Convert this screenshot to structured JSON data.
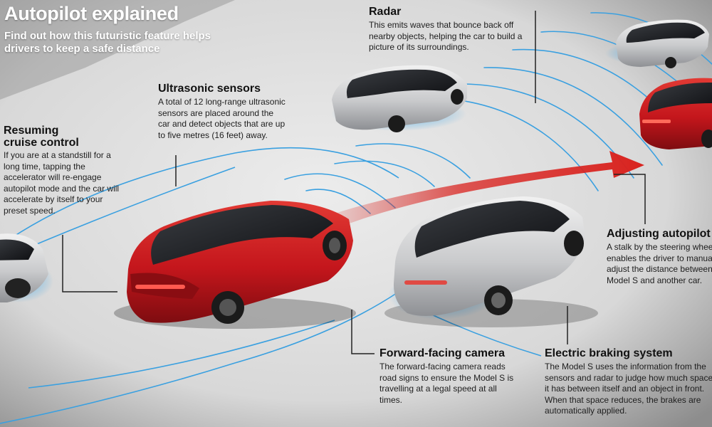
{
  "header": {
    "title": "Autopilot explained",
    "subtitle": "Find out how this futuristic feature helps drivers to keep a safe distance"
  },
  "callouts": {
    "radar": {
      "heading": "Radar",
      "body": "This emits waves that bounce back off nearby objects, helping the car to build a picture of its surroundings."
    },
    "ultrasonic": {
      "heading": "Ultrasonic sensors",
      "body": "A total of 12 long-range ultrasonic sensors are placed around the car and detect objects that are up to five metres (16 feet) away."
    },
    "cruise": {
      "heading_line1": "Resuming",
      "heading_line2": "cruise control",
      "body": "If you are at a standstill for a long time, tapping the accelerator will re-engage autopilot mode and the car will accelerate by itself to your preset speed."
    },
    "adjust": {
      "heading": "Adjusting autopilot",
      "body_lines": [
        "A stalk by the steering wheel",
        "enables the driver to manually",
        "adjust the distance between the",
        "Model S and another car."
      ]
    },
    "camera": {
      "heading": "Forward-facing camera",
      "body": "The forward-facing camera reads road signs to ensure the Model S is travelling at a legal speed at all times."
    },
    "brake": {
      "heading": "Electric braking system",
      "body_lines": [
        "The Model S uses the information from the",
        "sensors and radar to judge how much space",
        "it has between itself and an object in front.",
        "When that space reduces, the brakes are",
        "automatically applied."
      ]
    }
  },
  "colors": {
    "background": "#dcdcdc",
    "road_shadow": "#a9a9a9",
    "sensor_blue": "#3aa0e0",
    "accent_red": "#d9231f",
    "car_red": "#c4161c",
    "car_silver": "#c9cacc",
    "leader_line": "#222222",
    "heading_white": "#ffffff"
  }
}
